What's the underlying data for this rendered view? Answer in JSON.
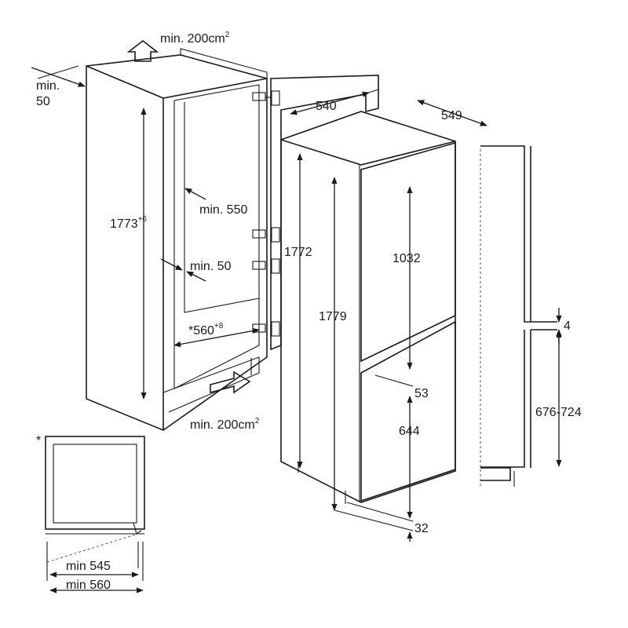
{
  "labels": {
    "vent_top": "min. 200cm",
    "vent_top_sup": "2",
    "gap_min_50_a": "min.",
    "gap_min_50_b": "50",
    "niche_height": "1773",
    "niche_height_sup": "+6",
    "depth_min_550": "min. 550",
    "gap_inner_50": "min. 50",
    "niche_width": "*560",
    "niche_width_sup": "+8",
    "vent_bottom": "min. 200cm",
    "vent_bottom_sup": "2",
    "fridge_height": "1772",
    "fridge_width": "540",
    "fridge_depth": "549",
    "total_height": "1779",
    "upper_door": "1032",
    "door_gap": "53",
    "lower_door": "644",
    "bottom_gap": "32",
    "side_gap": "4",
    "range": "676-724",
    "asterisk": "*",
    "min_545": "min 545",
    "min_560": "min 560"
  }
}
